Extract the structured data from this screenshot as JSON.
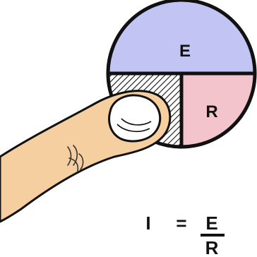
{
  "wheel": {
    "top_label": "E",
    "right_label": "R",
    "colors": {
      "top": "#c2c4f4",
      "right": "#f4c4cc",
      "covered": "#ffffff",
      "outline": "#111111"
    }
  },
  "finger": {
    "icon": "pointing-finger-icon",
    "skin_color": "#f6cfa0"
  },
  "formula": {
    "lhs": "I",
    "equals": "=",
    "numerator": "E",
    "denominator": "R"
  }
}
